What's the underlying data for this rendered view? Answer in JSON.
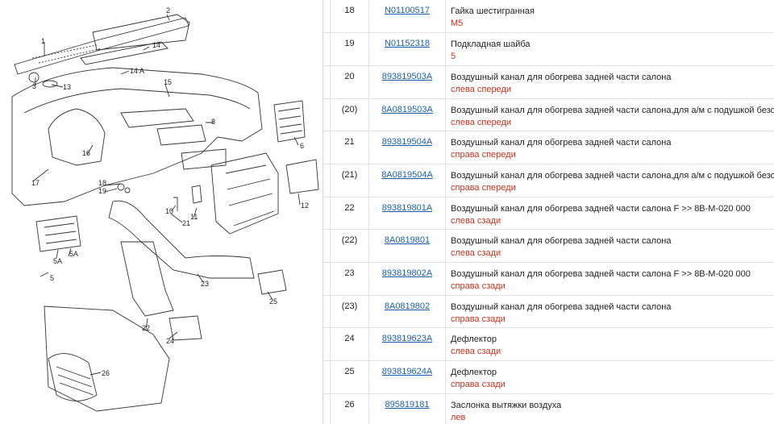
{
  "diagram": {
    "callouts": [
      "1",
      "2",
      "3",
      "13",
      "14",
      "14 A",
      "15",
      "16",
      "17",
      "19",
      "18",
      "10",
      "11",
      "21",
      "8",
      "6",
      "12",
      "5",
      "5A",
      "5A",
      "23",
      "25",
      "22",
      "24",
      "26"
    ]
  },
  "parts": [
    {
      "pos": "18",
      "number": "N01100517",
      "desc": "Гайка шестигранная",
      "note": "M5"
    },
    {
      "pos": "19",
      "number": "N01152318",
      "desc": "Подкладная шайба",
      "note": "5"
    },
    {
      "pos": "20",
      "number": "893819503A",
      "desc": "Воздушный канал для обогрева задней части салона",
      "note": "слева спереди"
    },
    {
      "pos": "(20)",
      "number": "8A0819503A",
      "desc": "Воздушный канал для обогрева задней части салона,для а/м с подушкой безопасн.",
      "note": "слева спереди"
    },
    {
      "pos": "21",
      "number": "893819504A",
      "desc": "Воздушный канал для обогрева задней части салона",
      "note": "справа спереди"
    },
    {
      "pos": "(21)",
      "number": "8A0819504A",
      "desc": "Воздушный канал для обогрева задней части салона,для а/м с подушкой безопасн.",
      "note": "справа спереди"
    },
    {
      "pos": "22",
      "number": "893819801A",
      "desc": "Воздушный канал для обогрева задней части салона F >> 8B-M-020 000",
      "note": "слева сзади"
    },
    {
      "pos": "(22)",
      "number": "8A0819801",
      "desc": "Воздушный канал для обогрева задней части салона",
      "note": "слева сзади"
    },
    {
      "pos": "23",
      "number": "893819802A",
      "desc": "Воздушный канал для обогрева задней части салона F >> 8B-M-020 000",
      "note": "справа сзади"
    },
    {
      "pos": "(23)",
      "number": "8A0819802",
      "desc": "Воздушный канал для обогрева задней части салона",
      "note": "справа сзади"
    },
    {
      "pos": "24",
      "number": "893819623A",
      "desc": "Дефлектор",
      "note": "слева сзади"
    },
    {
      "pos": "25",
      "number": "893819624A",
      "desc": "Дефлектор",
      "note": "справа сзади"
    },
    {
      "pos": "26",
      "number": "895819181",
      "desc": "Заслонка вытяжки воздуха",
      "note": "лев"
    }
  ],
  "colors": {
    "link": "#1a5fa8",
    "note": "#c8321e",
    "border": "#e2e2e2"
  }
}
